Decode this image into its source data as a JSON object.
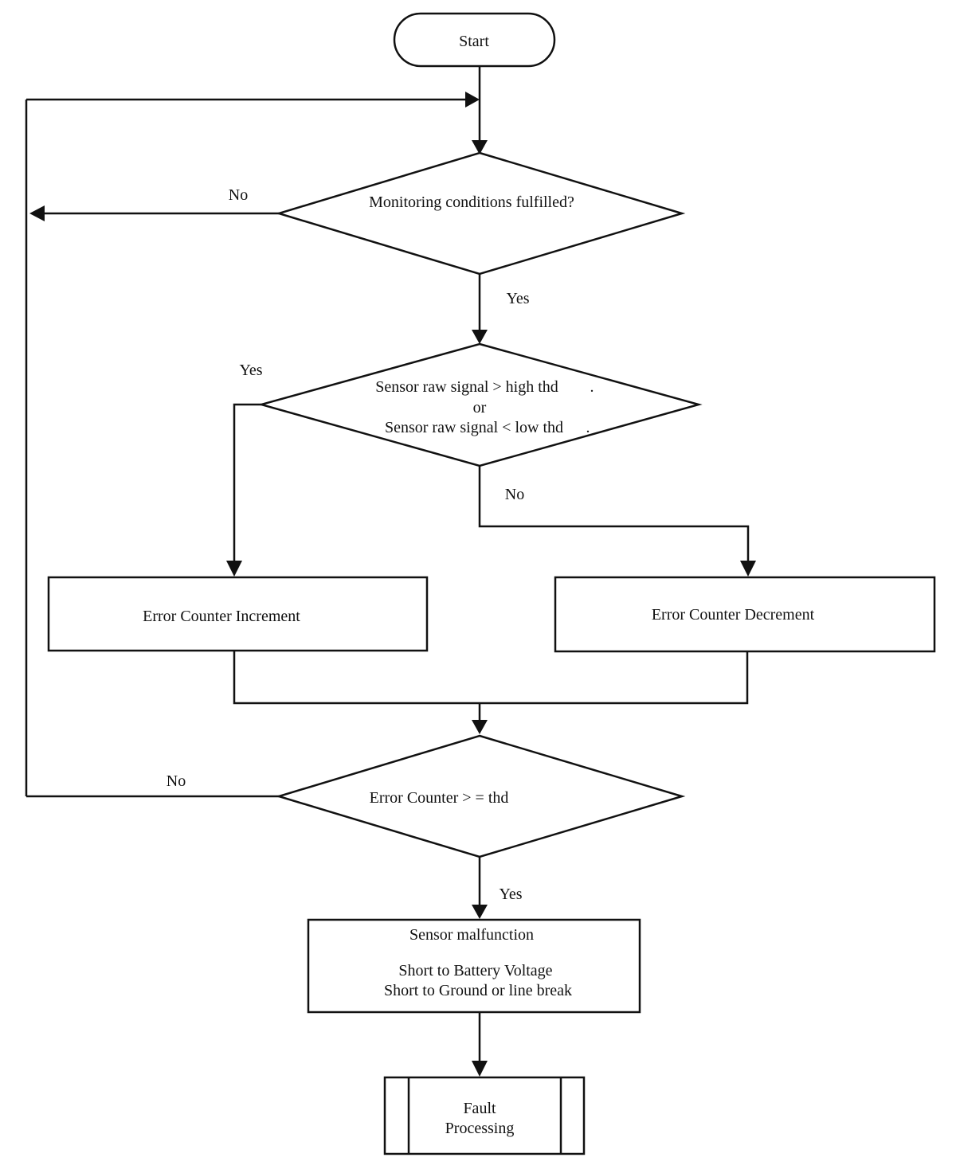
{
  "nodes": {
    "start": "Start",
    "monitoring": "Monitoring  conditions fulfilled?",
    "signal_check": {
      "line1": "Sensor raw signal > high thd",
      "line2": "or",
      "line3": "Sensor    raw signal < low thd"
    },
    "increment": "Error Counter Increment",
    "decrement": "Error Counter Decrement",
    "threshold": "Error Counter > = thd",
    "malfunction": {
      "line1": "Sensor malfunction",
      "line2": "Short to Battery Voltage",
      "line3": "Short to Ground or  line break"
    },
    "fault": {
      "line1": "Fault",
      "line2": "Processing"
    }
  },
  "edge_labels": {
    "monitoring_no": "No",
    "monitoring_yes": "Yes",
    "signal_yes": "Yes",
    "signal_no": "No",
    "threshold_no": "No",
    "threshold_yes": "Yes"
  }
}
